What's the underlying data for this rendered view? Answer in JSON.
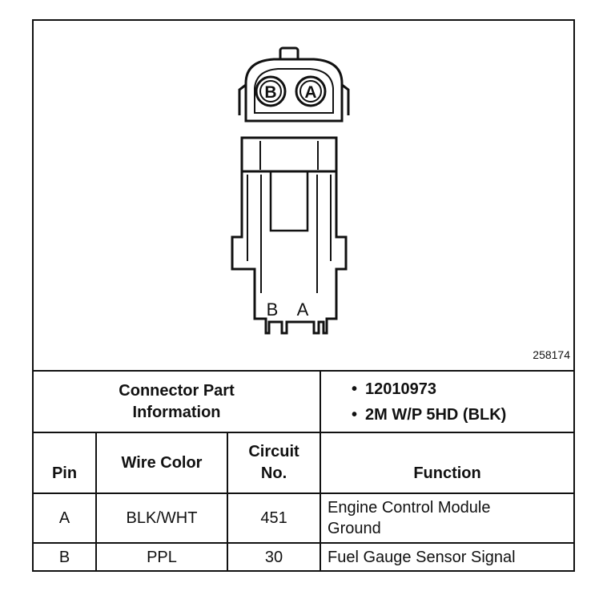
{
  "figure_id": "258174",
  "connector": {
    "face_pins": [
      "B",
      "A"
    ],
    "side_pins": [
      "B",
      "A"
    ]
  },
  "table": {
    "part_info_label": [
      "Connector Part",
      "Information"
    ],
    "part_info": [
      "12010973",
      "2M W/P 5HD (BLK)"
    ],
    "headers": {
      "pin": "Pin",
      "wire_color": "Wire Color",
      "circuit": [
        "Circuit",
        "No."
      ],
      "function": "Function"
    },
    "rows": [
      {
        "pin": "A",
        "wire_color": "BLK/WHT",
        "circuit": "451",
        "function": [
          "Engine Control Module",
          "Ground"
        ]
      },
      {
        "pin": "B",
        "wire_color": "PPL",
        "circuit": "30",
        "function": [
          "Fuel Gauge Sensor Signal"
        ]
      }
    ]
  }
}
